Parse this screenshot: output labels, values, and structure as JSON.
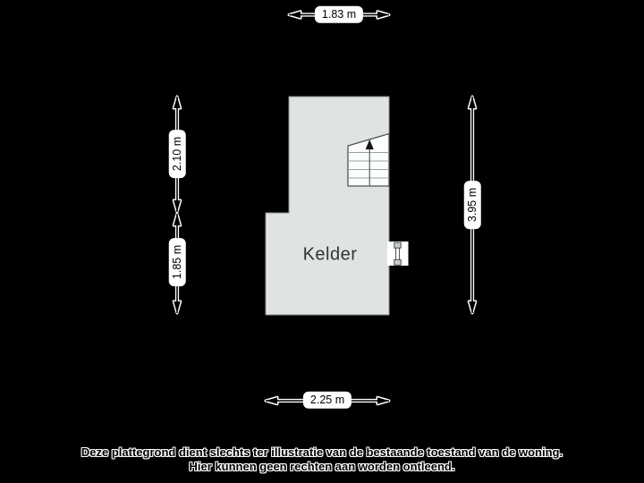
{
  "floorplan": {
    "room_label": "Kelder",
    "icons": {
      "stairs_up_arrow": "up-arrow",
      "window": "window-symbol"
    }
  },
  "dimensions": {
    "top": {
      "label": "1.83 m"
    },
    "left_upper": {
      "label": "2.10 m"
    },
    "left_lower": {
      "label": "1.85 m"
    },
    "right": {
      "label": "3.95 m"
    },
    "bottom": {
      "label": "2.25 m"
    }
  },
  "disclaimer": {
    "line1": "Deze plattegrond dient slechts ter illustratie van de bestaande toestand van de woning.",
    "line2": "Hier kunnen geen rechten aan worden ontleend."
  },
  "colors": {
    "background": "#000000",
    "wall": "#000000",
    "interior": "#dfe3e1",
    "interior_border": "#8a9292",
    "stairs_fill": "#fcfdfd",
    "stairs_tread_line": "#9aa2a2",
    "dimension_ink": "#000000",
    "dimension_halo": "#ffffff",
    "dimension_label_bg": "#ffffff",
    "room_label_text": "#303535"
  }
}
